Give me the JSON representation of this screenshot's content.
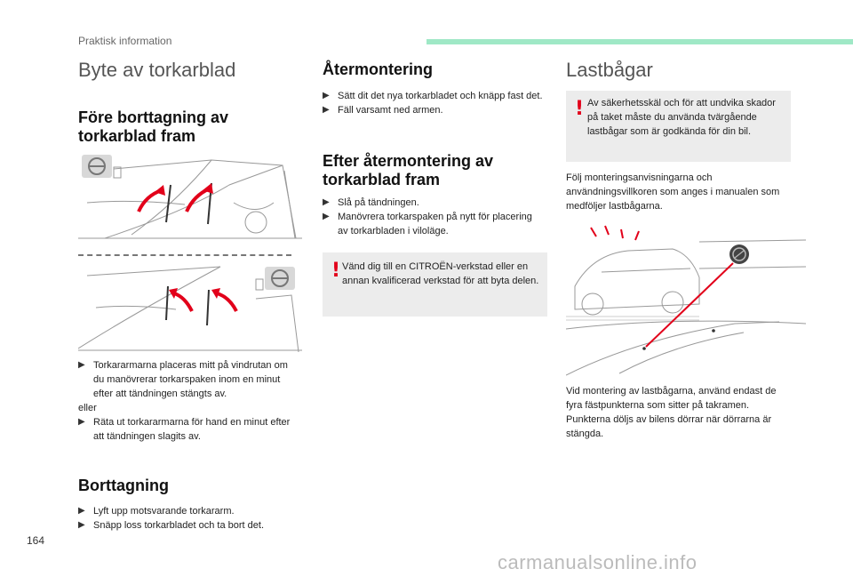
{
  "header": {
    "section": "Praktisk information"
  },
  "footer": {
    "page_number": "164",
    "watermark": "carmanualsonline.info"
  },
  "col1": {
    "title": "Byte av torkarblad",
    "subtitle_line1": "Före borttagning av",
    "subtitle_line2": "torkarblad fram",
    "bullets_a": [
      "Torkararmarna placeras mitt på vindrutan om du manövrerar torkarspaken inom en minut efter att tändningen stängts av."
    ],
    "or_text": "eller",
    "bullets_b": [
      "Räta ut torkararmarna för hand en minut efter att tändningen slagits av."
    ],
    "removal_title": "Borttagning",
    "removal_bullets": [
      "Lyft upp motsvarande torkararm.",
      "Snäpp loss torkarbladet och ta bort det."
    ]
  },
  "col2": {
    "remount_title": "Återmontering",
    "remount_bullets": [
      "Sätt dit det nya torkarbladet och knäpp fast det.",
      "Fäll varsamt ned armen."
    ],
    "after_title_line1": "Efter återmontering av",
    "after_title_line2": "torkarblad fram",
    "after_bullets": [
      "Slå på tändningen.",
      "Manövrera torkarspaken på nytt för placering av torkarbladen i viloläge."
    ],
    "warning": "Vänd dig till en CITROËN-verkstad eller en annan kvalificerad verkstad för att byta delen."
  },
  "col3": {
    "title": "Lastbågar",
    "warning": "Av säkerhetsskäl och för att undvika skador på taket måste du använda tvärgående lastbågar som är godkända för din bil.",
    "para1": "Följ monteringsanvisningarna och användningsvillkoren som anges i manualen som medföljer lastbågarna.",
    "para2": "Vid montering av lastbågarna, använd endast de fyra fästpunkterna som sitter på takramen. Punkterna döljs av bilens dörrar när dörrarna är stängda."
  },
  "icons": {
    "bullet": "arrow-bullet",
    "warning": "exclamation-mark",
    "wiper_up": "curved-arrow-up",
    "wiper_down": "curved-arrow-down"
  },
  "colors": {
    "accent": "#9fe8c6",
    "warning_red": "#e2001a",
    "warning_bg": "#ececec"
  }
}
